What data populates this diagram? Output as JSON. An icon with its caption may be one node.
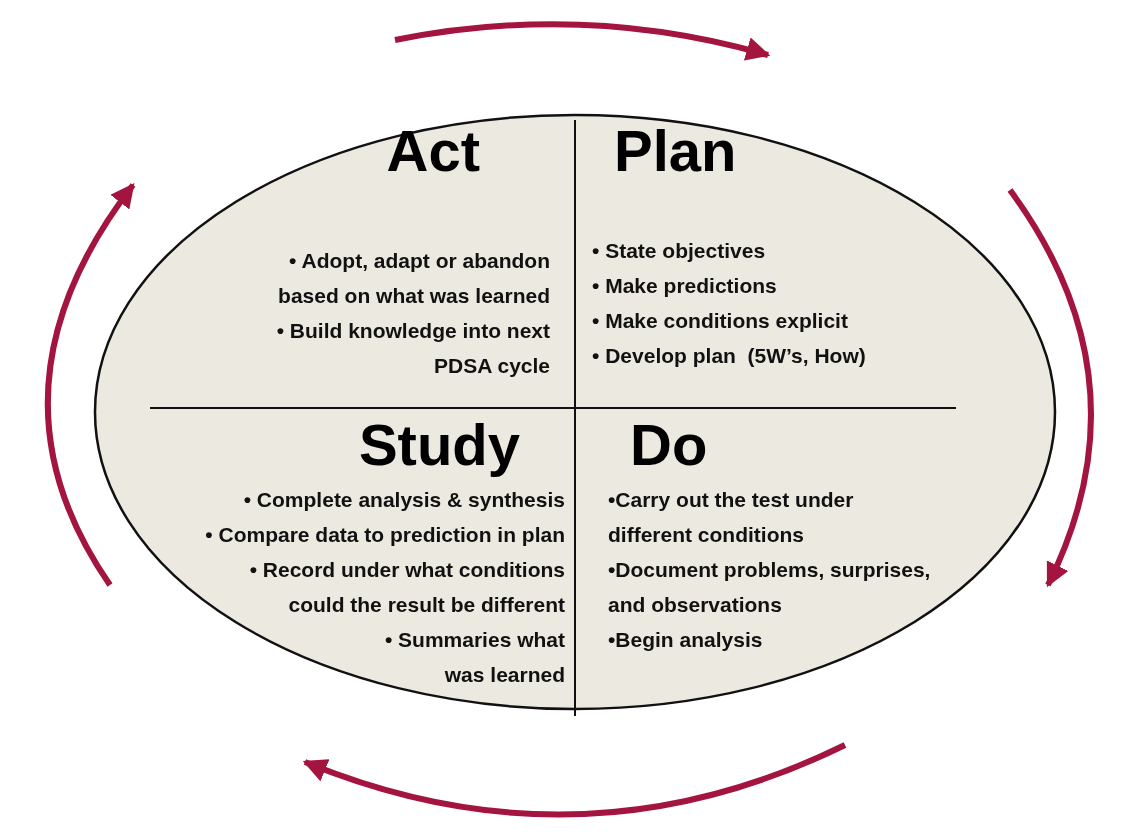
{
  "diagram": {
    "nodes": [
      {
        "text": [
          "Act",
          "• Adopt, adapt or abandon based on what was learned",
          "• Build knowledge into next PDSA cycle"
        ]
      },
      {
        "text": [
          "Plan",
          "• State objectives",
          "• Make predictions",
          "• Make conditions explicit",
          "• Develop plan  (5W’s, How)"
        ]
      },
      {
        "text": [
          "Study",
          "• Complete analysis & synthesis",
          "• Compare data to prediction in plan",
          "• Record under what conditions could the result be different",
          "• Summaries what was learned"
        ]
      },
      {
        "text": [
          "Do",
          "•Carry out the test under different conditions",
          "•Document problems, surprises, and observations",
          "•Begin analysis"
        ]
      }
    ]
  }
}
